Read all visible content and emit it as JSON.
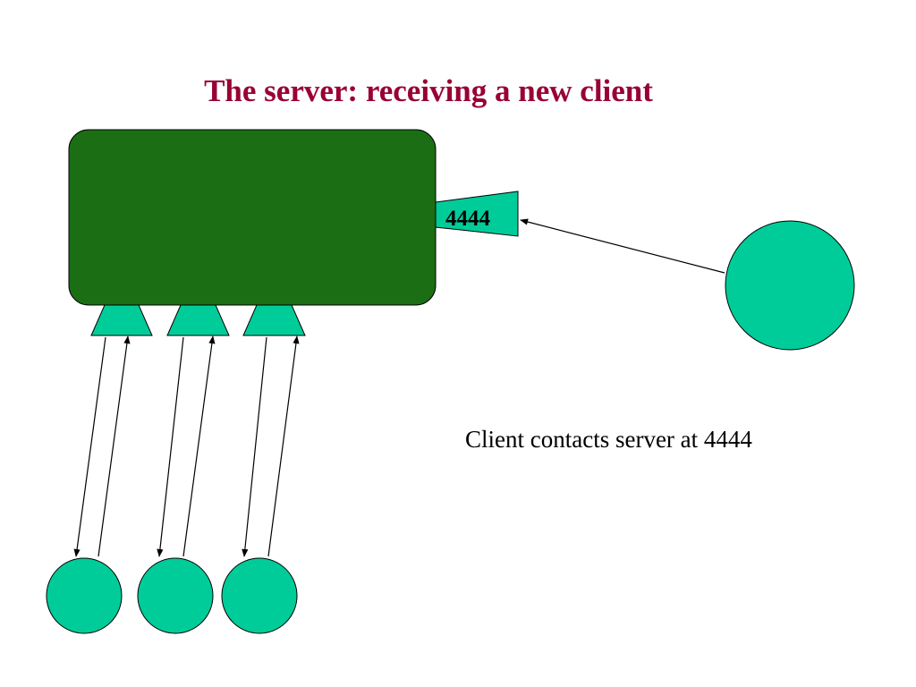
{
  "slide": {
    "title": "The server: receiving a new client"
  },
  "server": {
    "port_label": "4444"
  },
  "caption": "Client contacts server at 4444",
  "colors": {
    "title": "#990033",
    "server_box": "#1b6e14",
    "client": "#00cc99",
    "socket": "#00cc99",
    "arrow": "#000000"
  }
}
